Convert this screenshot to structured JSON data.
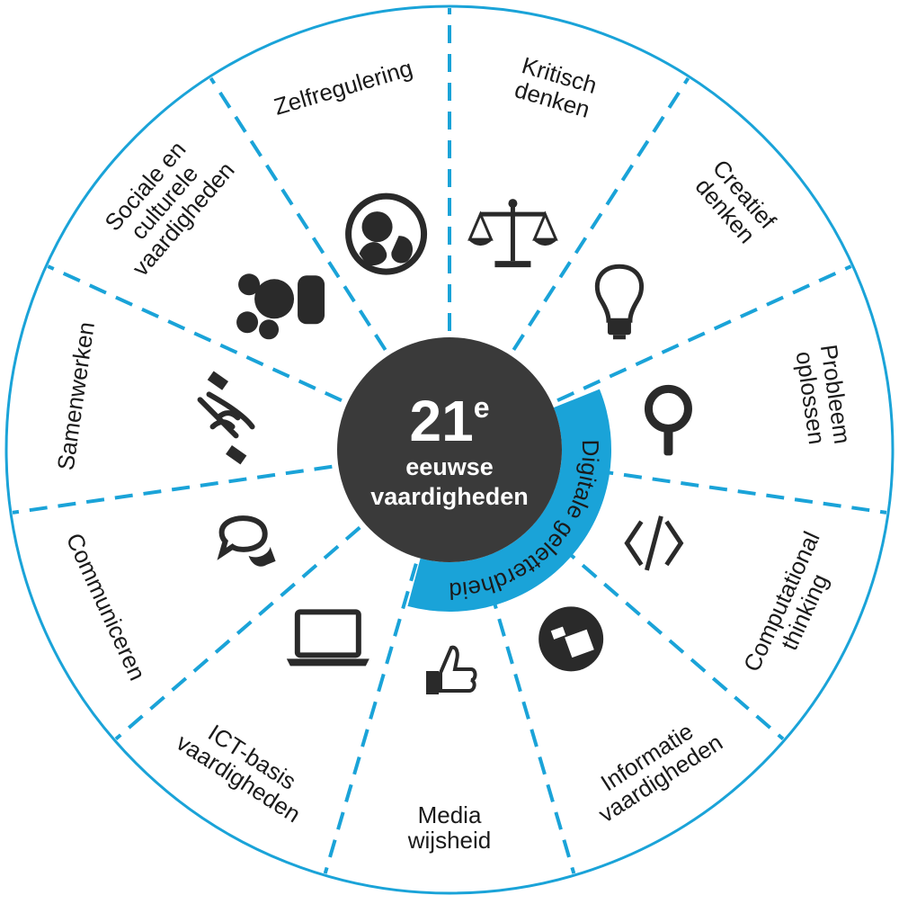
{
  "colors": {
    "accent": "#1aa3d8",
    "center": "#3a3a3a",
    "icon": "#2a2a2a"
  },
  "center": {
    "line1_number": "21",
    "line1_sup": "e",
    "line2": "eeuwse",
    "line3": "vaardigheden"
  },
  "arc_label": "Digitale geletterdheid",
  "segments": [
    {
      "lines": [
        "Kritisch",
        "denken"
      ],
      "icon": "scales-icon"
    },
    {
      "lines": [
        "Creatief",
        "denken"
      ],
      "icon": "lightbulb-icon"
    },
    {
      "lines": [
        "Probleem",
        "oplossen"
      ],
      "icon": "magnifier-icon"
    },
    {
      "lines": [
        "Computational",
        "thinking"
      ],
      "icon": "code-icon"
    },
    {
      "lines": [
        "Informatie",
        "vaardigheden"
      ],
      "icon": "info-icon"
    },
    {
      "lines": [
        "Media",
        "wijsheid"
      ],
      "icon": "thumbs-up-icon"
    },
    {
      "lines": [
        "ICT-basis",
        "vaardigheden"
      ],
      "icon": "laptop-icon"
    },
    {
      "lines": [
        "Communiceren"
      ],
      "icon": "speech-bubbles-icon"
    },
    {
      "lines": [
        "Samenwerken"
      ],
      "icon": "handshake-icon"
    },
    {
      "lines": [
        "Sociale en",
        "culturele",
        "vaardigheden"
      ],
      "icon": "group-icon"
    },
    {
      "lines": [
        "Zelfregulering"
      ],
      "icon": "self-regulation-icon"
    }
  ]
}
